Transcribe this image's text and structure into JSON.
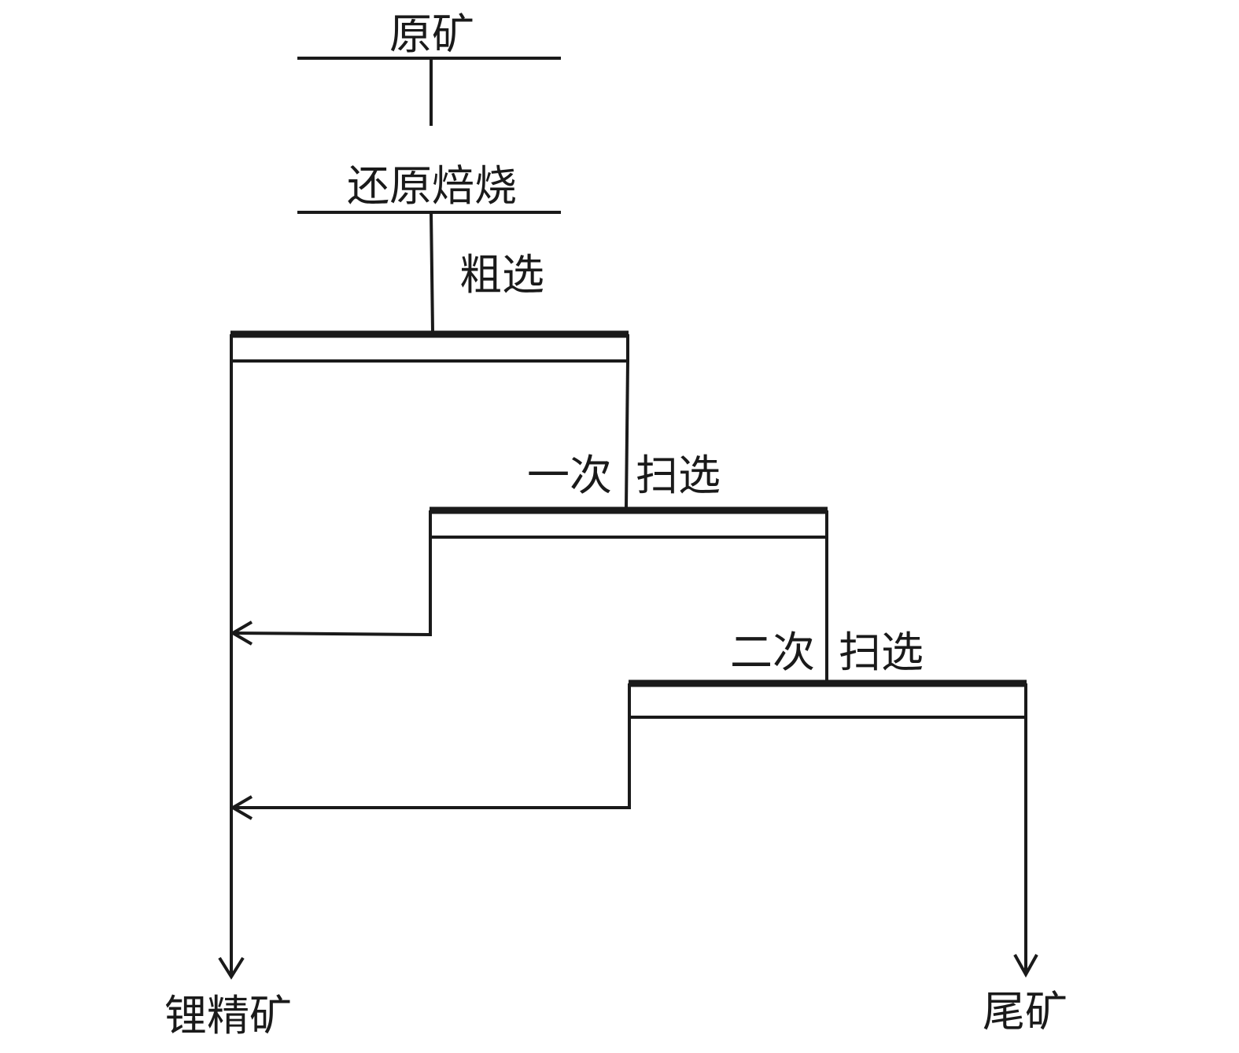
{
  "labels": {
    "raw_ore": "原矿",
    "reduction_roasting": "还原焙烧",
    "rougher": "粗选",
    "first_scavenging_prefix": "一次",
    "first_scavenging_suffix": "扫选",
    "second_scavenging_prefix": "二次",
    "second_scavenging_suffix": "扫选",
    "lithium_concentrate": "锂精矿",
    "tailings": "尾矿"
  },
  "colors": {
    "stroke": "#1a1a1a",
    "background": "#ffffff"
  }
}
